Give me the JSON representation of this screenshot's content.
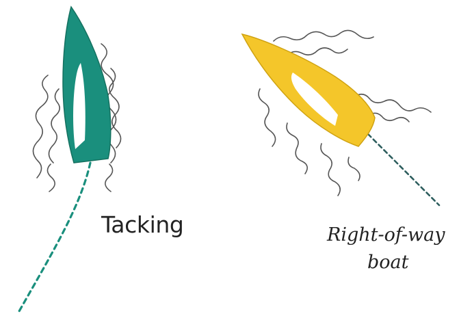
{
  "diagram": {
    "labels": {
      "tacking": "Tacking",
      "right_of_way_line1": "Right-of-way",
      "right_of_way_line2": "boat"
    },
    "boats": [
      {
        "name": "tacking-boat",
        "hull_color": "#1a8f7d",
        "cockpit_color": "#ffffff",
        "wake_style": "dashed"
      },
      {
        "name": "right-of-way-boat",
        "hull_color": "#f4c62a",
        "cockpit_color": "#ffffff",
        "wake_style": "dashed"
      }
    ],
    "colors": {
      "teal": "#1a8f7d",
      "yellow": "#f4c62a",
      "water_squiggle": "#555555",
      "wake_teal": "#1a8f7d",
      "wake_grey": "#2f5f5f"
    }
  }
}
